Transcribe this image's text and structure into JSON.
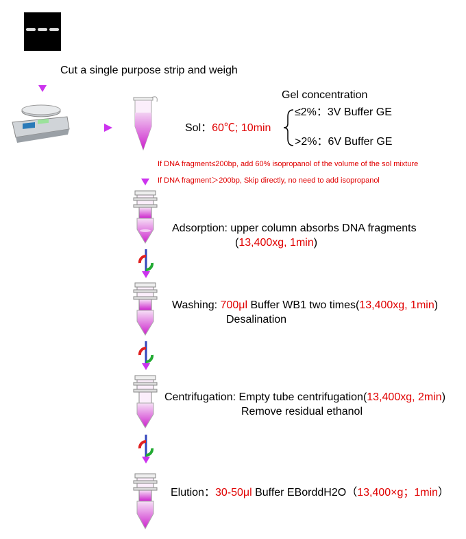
{
  "step1": {
    "label": "Cut a single purpose strip and weigh"
  },
  "sol": {
    "prefix": "Sol：",
    "conditions": "60℃; 10min",
    "gel_title": "Gel concentration",
    "opt1": "≤2%：3V Buffer GE",
    "opt2": ">2%：6V Buffer GE"
  },
  "notes": {
    "line1": "If DNA fragment≤200bp, add 60% isopropanol of the volume of the sol mixture",
    "line2": "If DNA fragment＞200bp, Skip directly, no need to add isopropanol"
  },
  "adsorption": {
    "text": "Adsorption: upper column absorbs DNA fragments",
    "conditions": "(13,400xg, 1min)",
    "paren_open": "(",
    "conditions_inner": "13,400xg, 1min",
    "paren_close": ")"
  },
  "washing": {
    "label": "Washing: ",
    "volume": "700μl",
    "text": " Buffer WB1 two times(",
    "conditions": "13,400xg, 1min",
    "close": ")",
    "sub": "Desalination"
  },
  "centrifugation": {
    "label": "Centrifugation: Empty tube centrifugation(",
    "conditions": "13,400xg, 2min",
    "close": ")",
    "sub": "Remove residual ethanol"
  },
  "elution": {
    "label": "Elution：",
    "volume": "30-50μl",
    "buffer": " Buffer EBorddH2O（",
    "conditions": "13,400×g；1min",
    "close": "）"
  },
  "colors": {
    "arrow_purple": "#9933cc",
    "arrow_blue": "#3344bb",
    "tube_pink": "#e060e0",
    "accent_red": "#e00000"
  }
}
